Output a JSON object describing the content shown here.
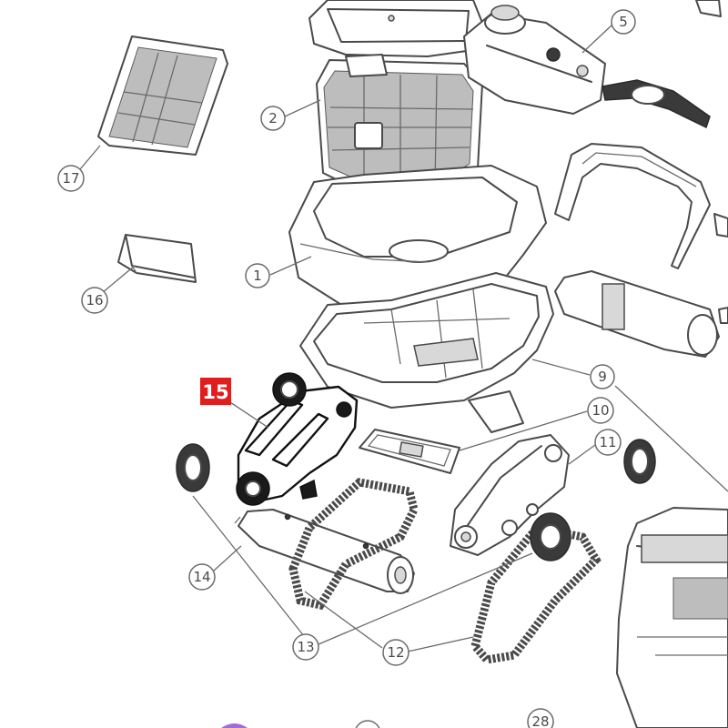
{
  "diagram": {
    "highlighted_part": "15",
    "callouts": [
      {
        "id": "c1",
        "label": "1"
      },
      {
        "id": "c2",
        "label": "2"
      },
      {
        "id": "c5",
        "label": "5"
      },
      {
        "id": "c9",
        "label": "9"
      },
      {
        "id": "c10",
        "label": "10"
      },
      {
        "id": "c11",
        "label": "11"
      },
      {
        "id": "c12",
        "label": "12"
      },
      {
        "id": "c13",
        "label": "13"
      },
      {
        "id": "c14",
        "label": "14"
      },
      {
        "id": "c16",
        "label": "16"
      },
      {
        "id": "c17",
        "label": "17"
      },
      {
        "id": "c28",
        "label": "28"
      }
    ],
    "colors": {
      "highlight": "#e11e1e",
      "line": "#4a4a4a"
    }
  }
}
